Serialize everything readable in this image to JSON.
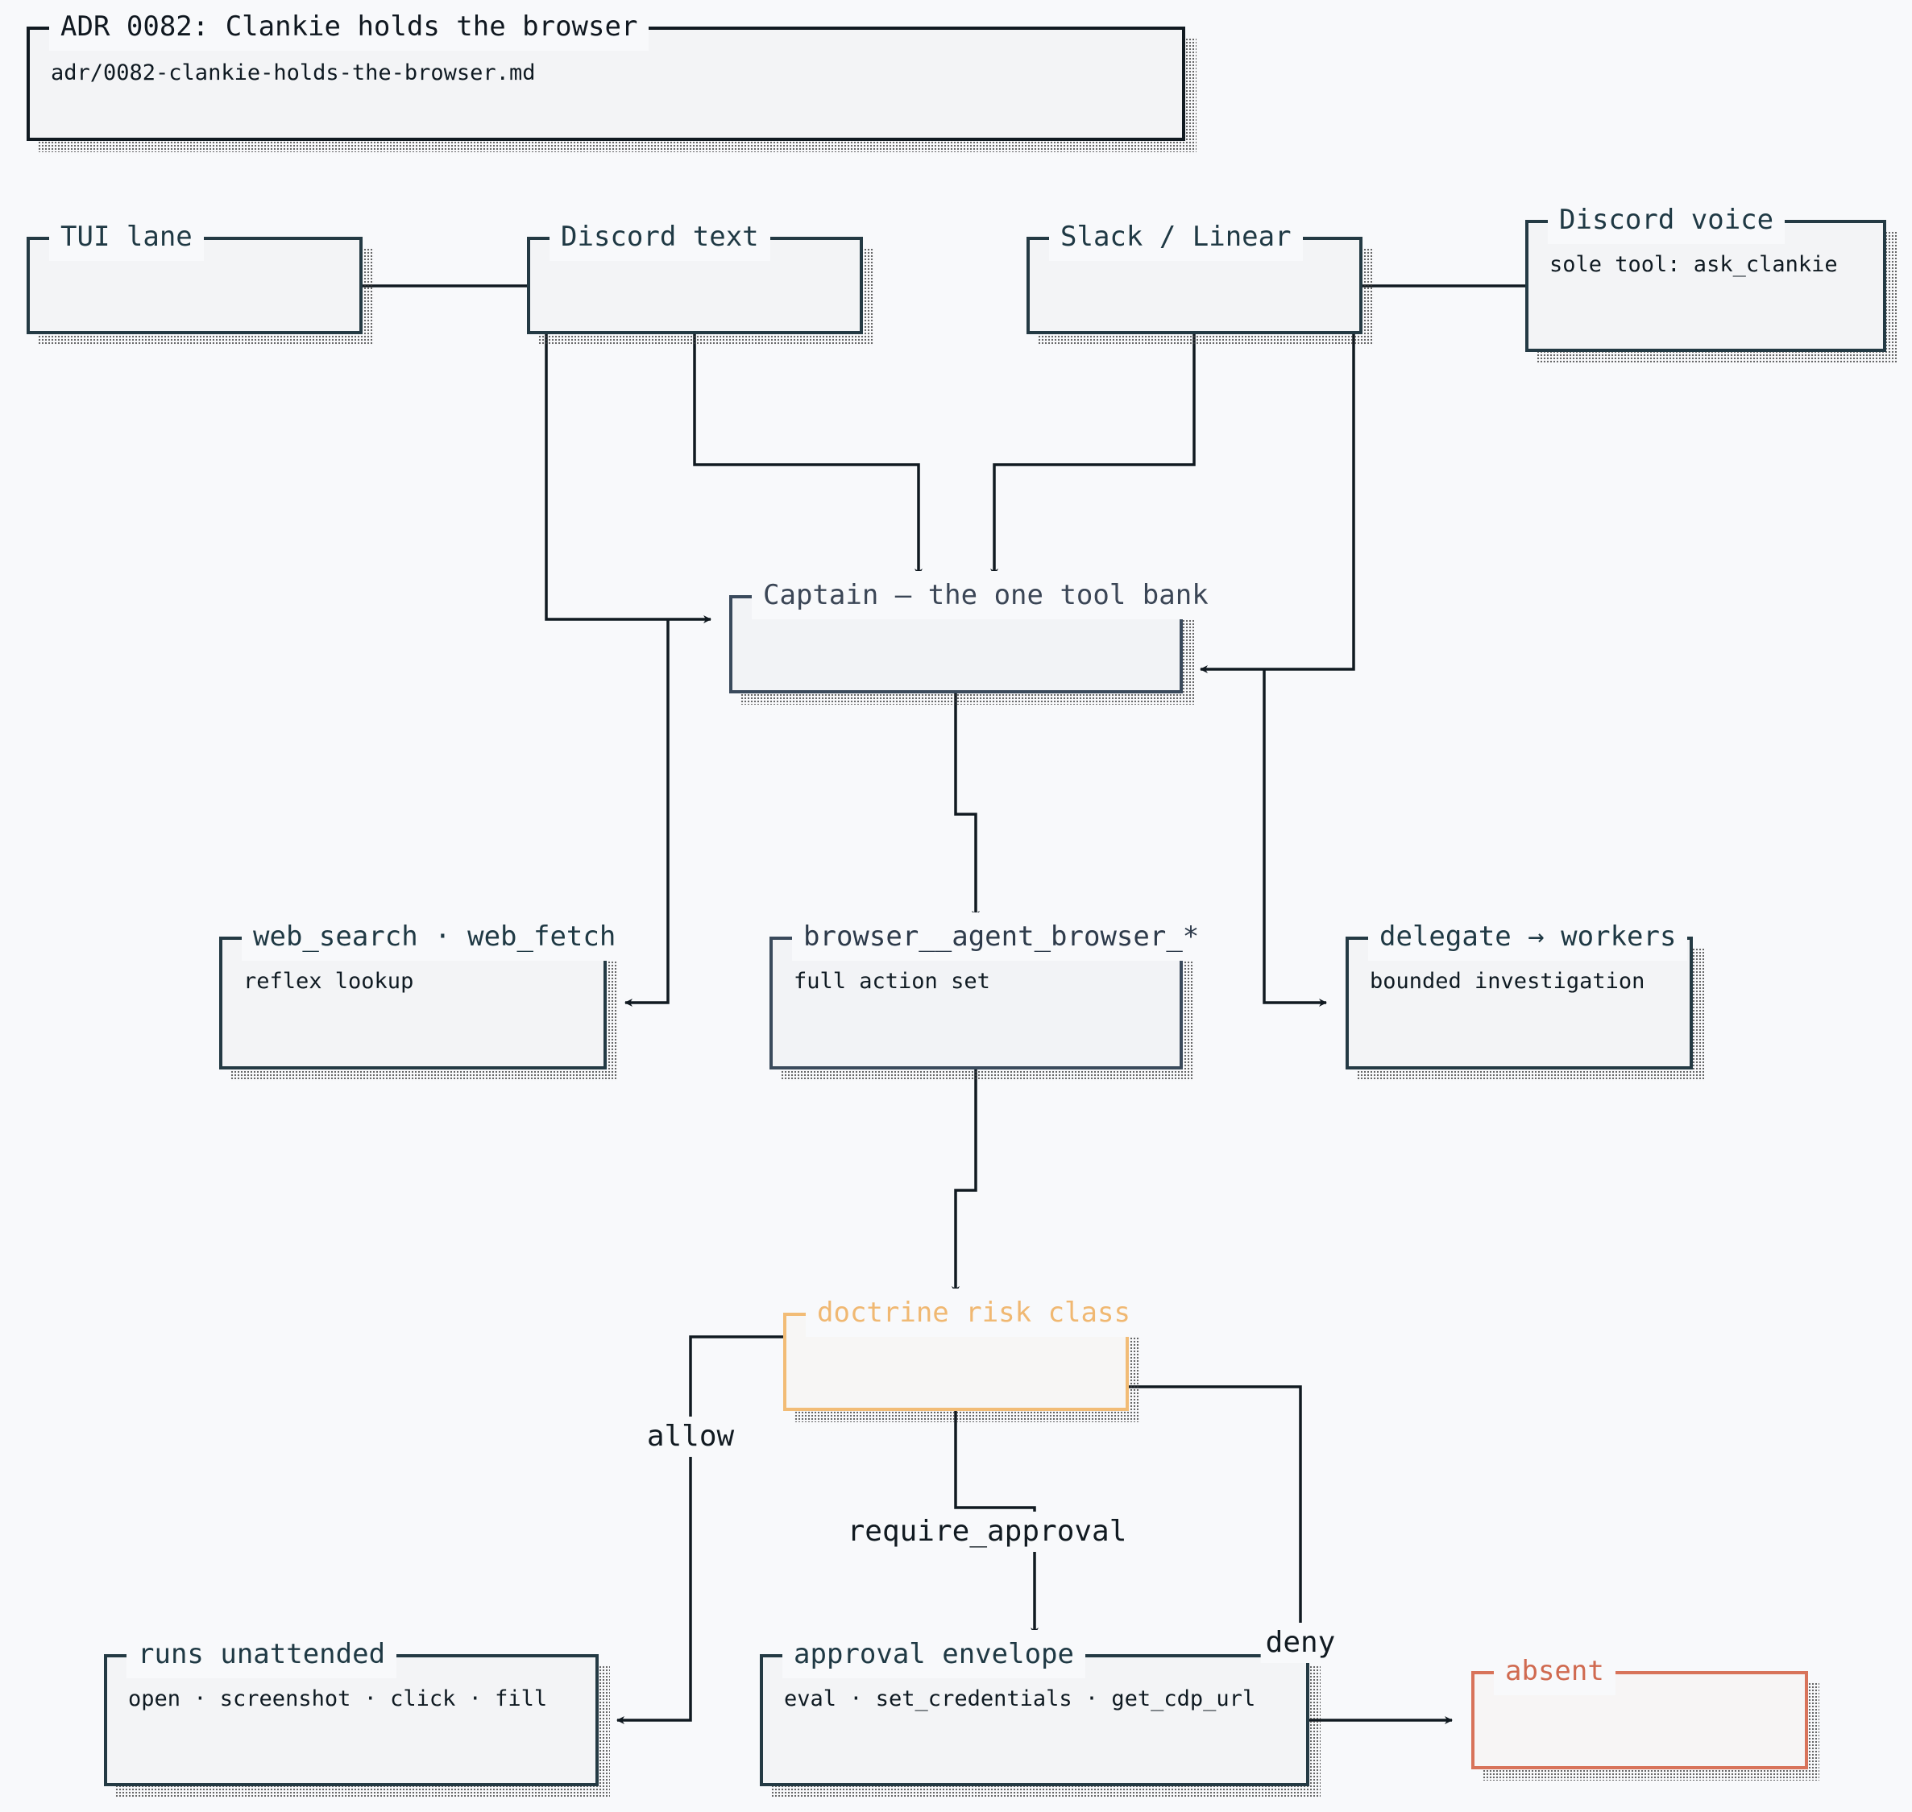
{
  "diagram": {
    "title": "ADR 0082: Clankie holds the browser",
    "file": "adr/0082-clankie-holds-the-browser.md"
  },
  "nodes": {
    "tui": {
      "title": "TUI lane"
    },
    "discord_text": {
      "title": "Discord text"
    },
    "slack": {
      "title": "Slack / Linear"
    },
    "discord_voice": {
      "title": "Discord voice",
      "sub": "sole tool: ask_clankie"
    },
    "captain": {
      "title": "Captain — the one tool bank"
    },
    "web": {
      "title": "web_search · web_fetch",
      "sub": "reflex lookup"
    },
    "browser": {
      "title": "browser__agent_browser_*",
      "sub": "full action set"
    },
    "delegate": {
      "title": "delegate → workers",
      "sub": "bounded investigation"
    },
    "doctrine": {
      "title": "doctrine risk class"
    },
    "unattended": {
      "title": "runs unattended",
      "sub": "open · screenshot · click · fill"
    },
    "approval": {
      "title": "approval envelope",
      "sub": "eval · set_credentials · get_cdp_url"
    },
    "absent": {
      "title": "absent"
    }
  },
  "edge_labels": {
    "allow": "allow",
    "require_approval": "require_approval",
    "deny": "deny"
  },
  "colors": {
    "background": "#f8f9fb",
    "line": "#111a21",
    "node_border": "#243a44",
    "doctrine_accent": "#f2bc76",
    "absent_accent": "#d8735a"
  }
}
